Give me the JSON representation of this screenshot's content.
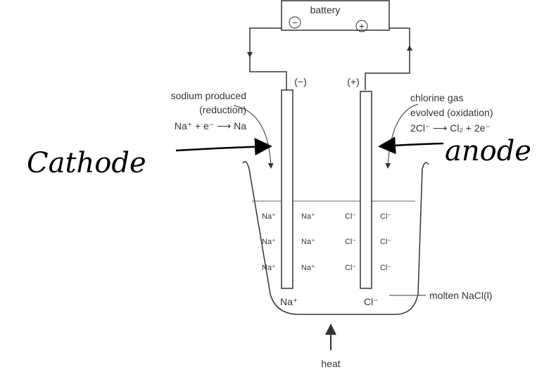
{
  "battery": {
    "label": "battery",
    "minus": "−",
    "plus": "+"
  },
  "electrodes": {
    "negative": "(−)",
    "positive": "(+)"
  },
  "cathode_note": {
    "line1": "sodium produced",
    "line2": "(reduction)",
    "equation": "Na⁺ + e⁻ ⟶ Na"
  },
  "anode_note": {
    "line1": "chlorine gas",
    "line2": "evolved (oxidation)",
    "equation": "2Cl⁻ ⟶ Cl₂ + 2e⁻"
  },
  "ions": {
    "rows": [
      [
        "Na⁺",
        "Na⁺",
        "Cl⁻",
        "Cl⁻"
      ],
      [
        "Na⁺",
        "Na⁺",
        "Cl⁻",
        "Cl⁻"
      ],
      [
        "Na⁺",
        "Na⁺",
        "Cl⁻",
        "Cl⁻"
      ]
    ],
    "bottom": [
      "Na⁺",
      "Cl⁻"
    ]
  },
  "melt_label": "molten NaCl(l)",
  "heat_label": "heat",
  "handwritten": {
    "cathode": "Cathode",
    "anode": "anode"
  }
}
